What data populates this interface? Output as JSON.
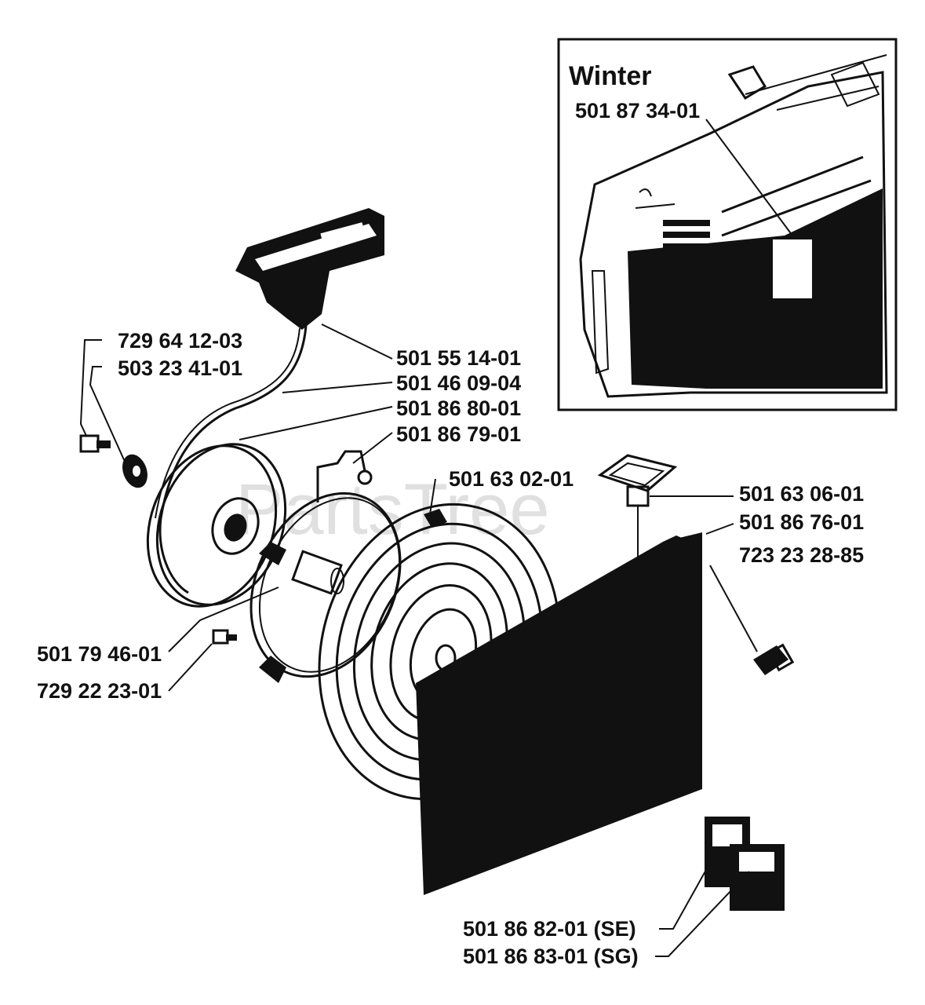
{
  "inset": {
    "title": "Winter",
    "part_number": "501 87 34-01"
  },
  "watermark": "PartsTree",
  "parts": [
    {
      "id": "p1",
      "label": "729 64 12-03"
    },
    {
      "id": "p2",
      "label": "503 23 41-01"
    },
    {
      "id": "p3",
      "label": "501 55 14-01"
    },
    {
      "id": "p4",
      "label": "501 46 09-04"
    },
    {
      "id": "p5",
      "label": "501 86 80-01"
    },
    {
      "id": "p6",
      "label": "501 86 79-01"
    },
    {
      "id": "p7",
      "label": "501 63 02-01"
    },
    {
      "id": "p8",
      "label": "501 63 06-01"
    },
    {
      "id": "p9",
      "label": "501 86 76-01"
    },
    {
      "id": "p10",
      "label": "723 23 28-85"
    },
    {
      "id": "p11",
      "label": "501 79 46-01"
    },
    {
      "id": "p12",
      "label": "729 22 23-01"
    },
    {
      "id": "p13",
      "label": "501 86 82-01 (SE)"
    },
    {
      "id": "p14",
      "label": "501 86 83-01 (SG)"
    }
  ]
}
